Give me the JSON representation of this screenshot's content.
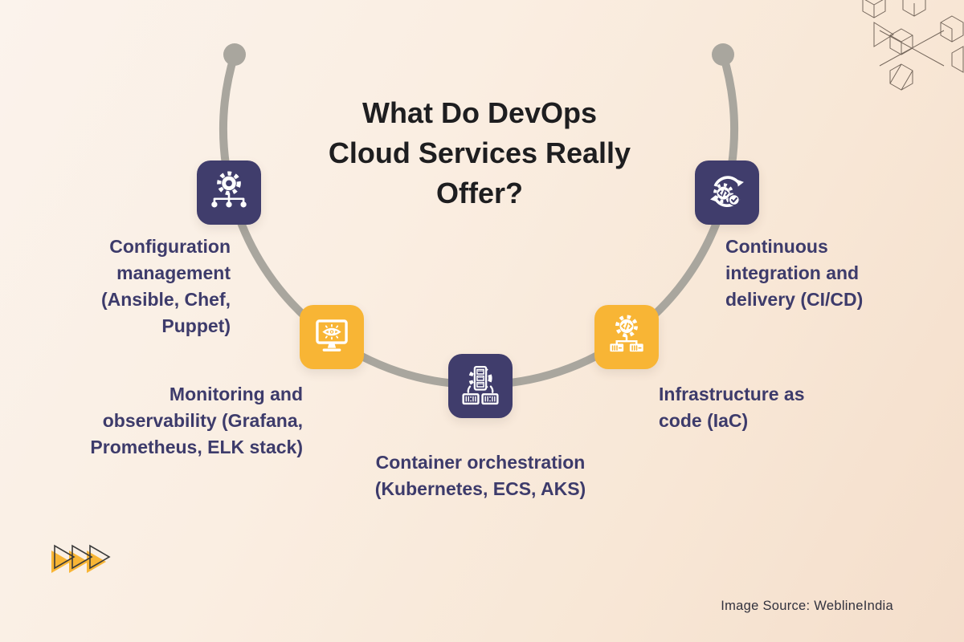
{
  "title": "What Do DevOps\nCloud Services Really\nOffer?",
  "nodes": [
    {
      "id": "configuration-management",
      "icon": "gear-hierarchy-icon",
      "color": "purple",
      "label": "Configuration\nmanagement\n(Ansible, Chef,\nPuppet)"
    },
    {
      "id": "monitoring-observability",
      "icon": "monitor-eye-icon",
      "color": "yellow",
      "label": "Monitoring and\nobservability (Grafana,\nPrometheus, ELK stack)"
    },
    {
      "id": "container-orchestration",
      "icon": "server-containers-icon",
      "color": "purple",
      "label": "Container orchestration\n(Kubernetes, ECS, AKS)"
    },
    {
      "id": "infrastructure-as-code",
      "icon": "gear-code-servers-icon",
      "color": "yellow",
      "label": "Infrastructure as\ncode (IaC)"
    },
    {
      "id": "ci-cd",
      "icon": "cycle-gear-check-icon",
      "color": "purple",
      "label": "Continuous\nintegration and\ndelivery (CI/CD)"
    }
  ],
  "footer": {
    "source": "Image Source: WeblineIndia"
  },
  "colors": {
    "background_light": "#fbf3ec",
    "background_dark": "#f4decb",
    "node_purple": "#403d6c",
    "node_yellow": "#f8b535",
    "arc_gray": "#a9a69e",
    "label_navy": "#3d3b6b",
    "title_black": "#1e1e20"
  }
}
